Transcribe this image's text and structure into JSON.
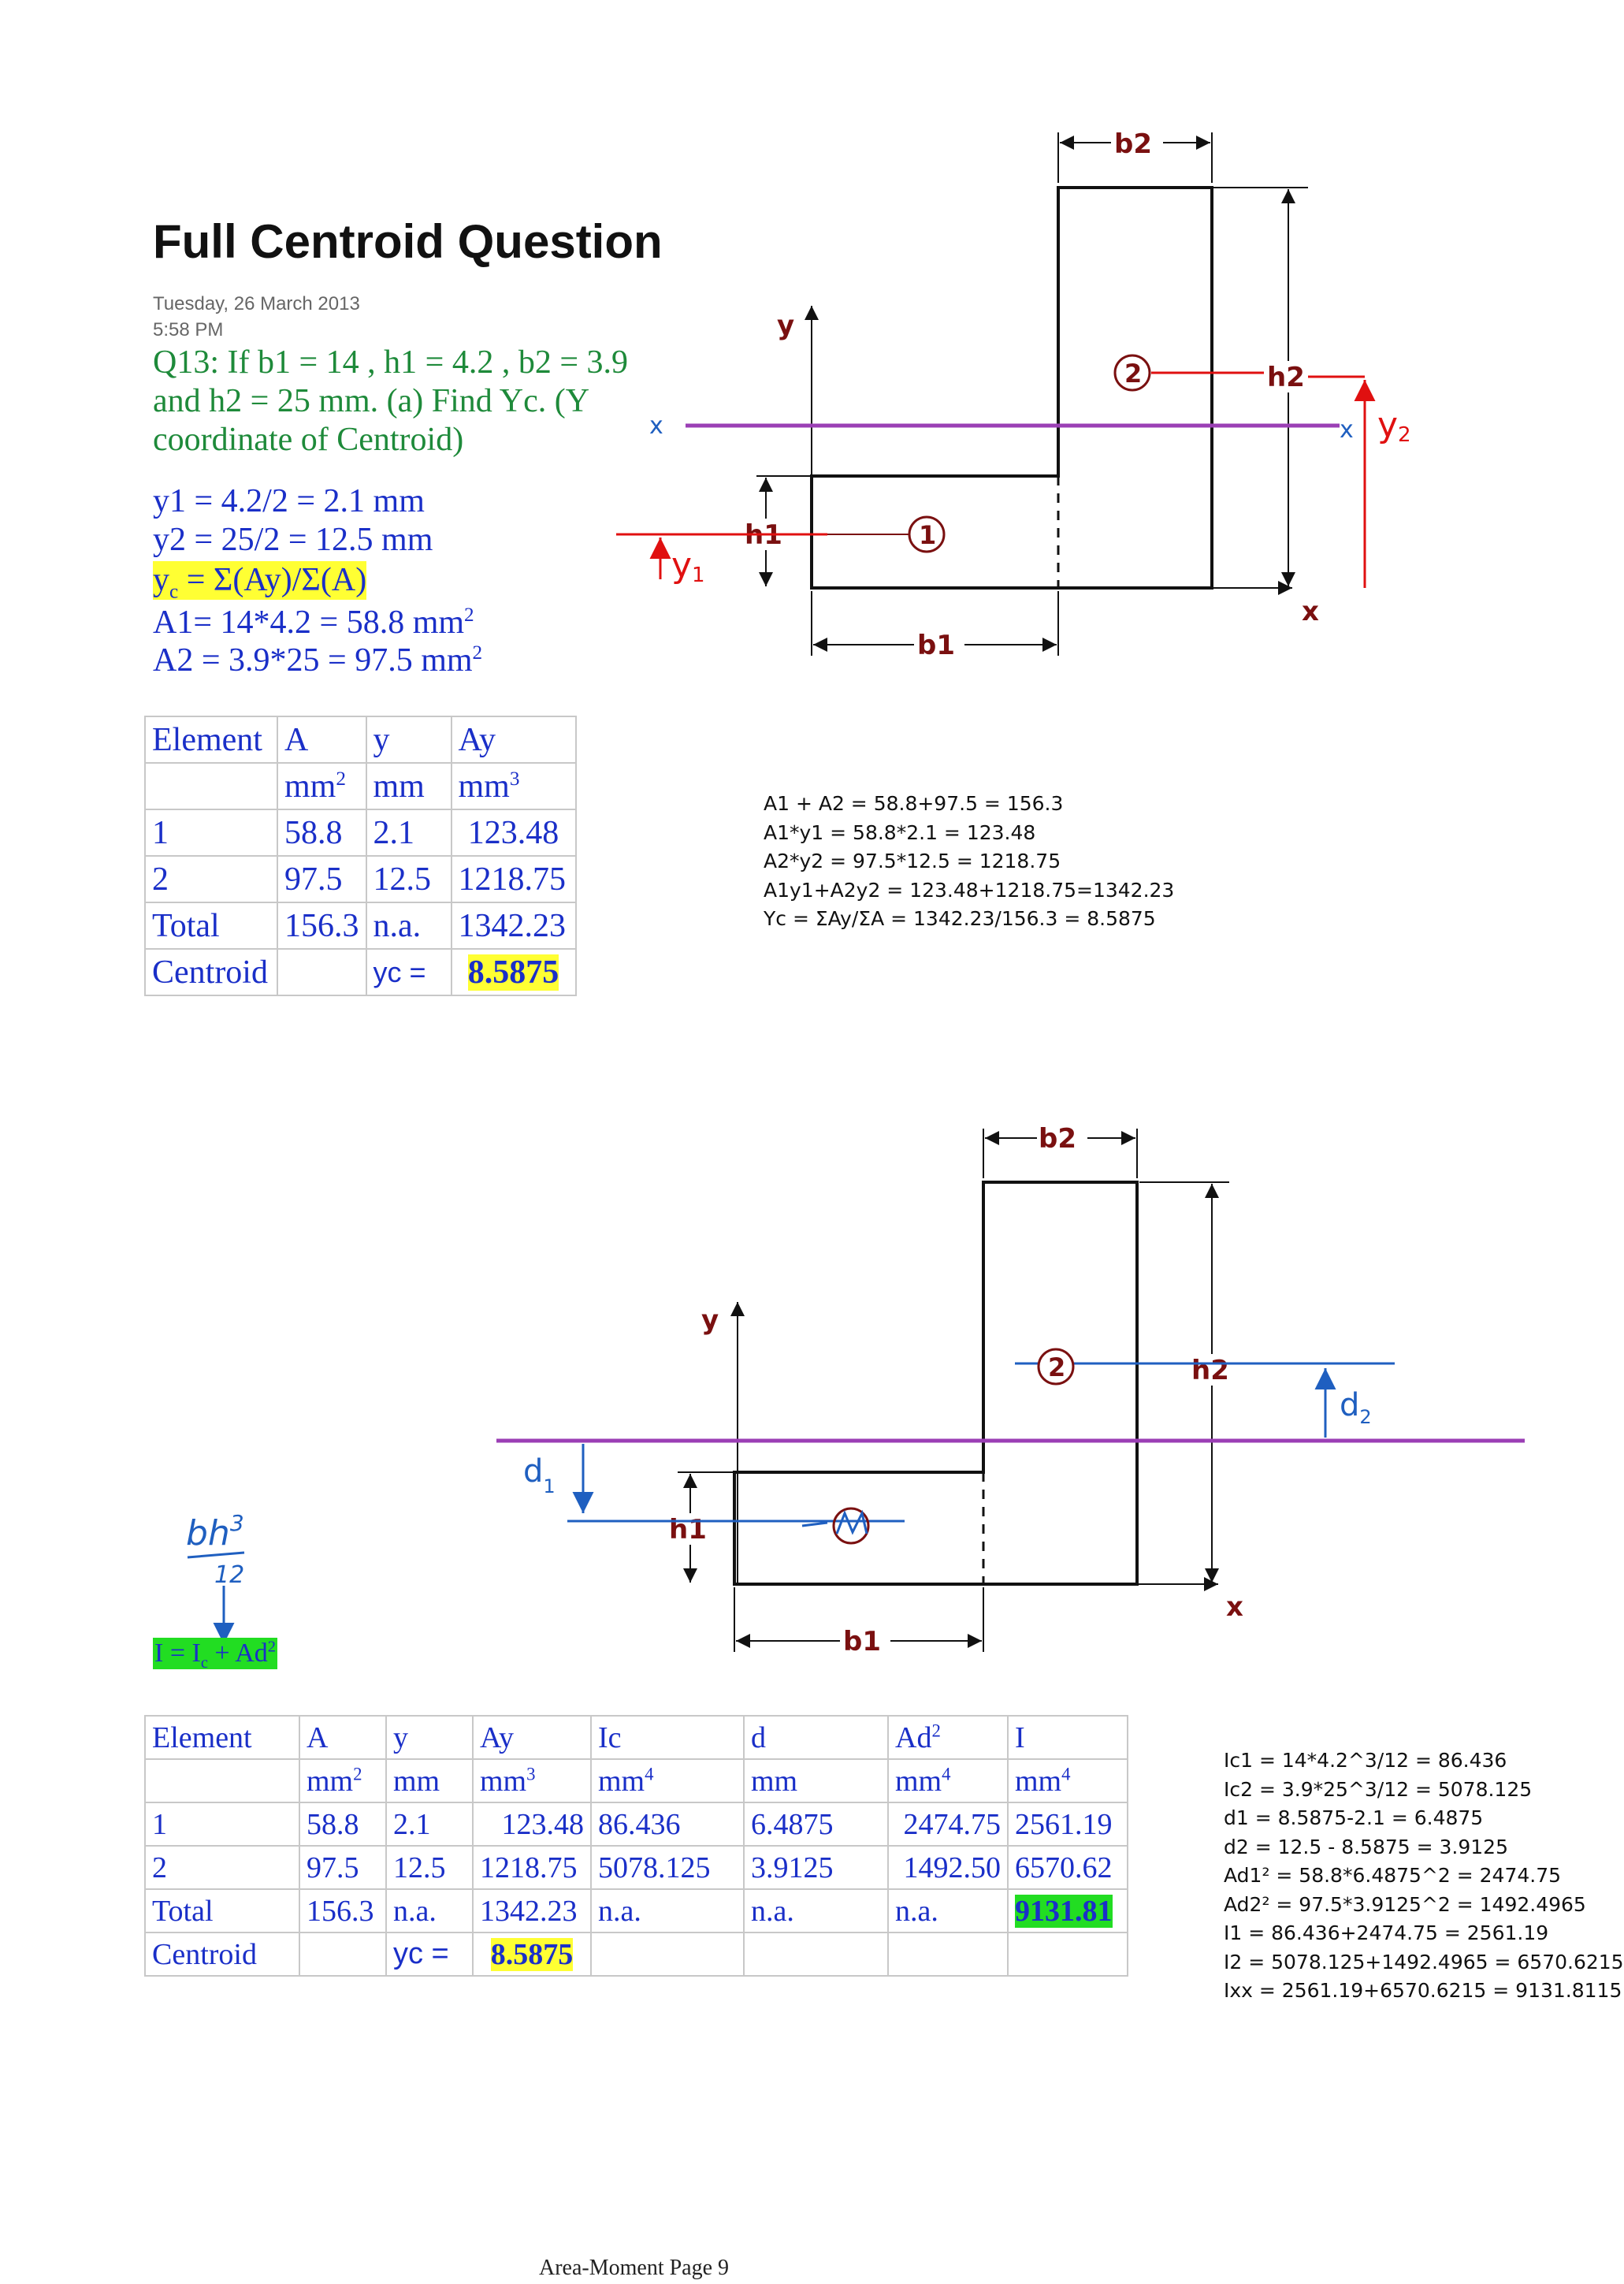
{
  "header": {
    "title": "Full Centroid Question",
    "date": "Tuesday, 26 March 2013",
    "time": "5:58 PM"
  },
  "question": {
    "text": "Q13: If b1 = 14 , h1 = 4.2 , b2 = 3.9  and h2 = 25 mm. (a)  Find Yc. (Y coordinate of Centroid)"
  },
  "calc": {
    "y1": "y1 = 4.2/2 = 2.1 mm",
    "y2": "y2 = 25/2 = 12.5 mm",
    "yc_prefix": "y",
    "yc_sub": "c",
    "yc_rest": " = Σ(Ay)/Σ(A)",
    "a1": "A1= 14*4.2 = 58.8 mm",
    "a2": "A2 = 3.9*25 = 97.5 mm",
    "sq": "2"
  },
  "table1": {
    "headers": [
      "Element",
      "A",
      "y",
      "Ay"
    ],
    "units_base": [
      "",
      "mm",
      "mm",
      "mm"
    ],
    "units_exp": [
      "",
      "2",
      "",
      "3"
    ],
    "rows": [
      [
        "1",
        "58.8",
        "2.1",
        "123.48"
      ],
      [
        "2",
        "97.5",
        "12.5",
        "1218.75"
      ],
      [
        "Total",
        "156.3",
        "n.a.",
        "1342.23"
      ]
    ],
    "centroid_label": "Centroid",
    "yc_label": "yc =",
    "yc_value": "8.5875"
  },
  "notes1": [
    "A1 + A2 = 58.8+97.5 = 156.3",
    "A1*y1 = 58.8*2.1 = 123.48",
    "A2*y2 = 97.5*12.5 = 1218.75",
    "A1y1+A2y2 = 123.48+1218.75=1342.23",
    "Yc = ΣAy/ΣA = 1342.23/156.3 = 8.5875"
  ],
  "diagram1": {
    "labels": {
      "b2": "b2",
      "h2": "h2",
      "h1": "h1",
      "b1": "b1",
      "y": "y",
      "x": "x",
      "n1": "1",
      "n2": "2",
      "xaxis": "x",
      "y1_hw": "y",
      "y1_sub": "1",
      "y2_hw": "y",
      "y2_sub": "2"
    },
    "colors": {
      "shape": "#111111",
      "dim": "#7a1010",
      "centroid_line": "#9b3fb5",
      "annot": "#e01010",
      "blue": "#1f5fc0"
    }
  },
  "diagram2": {
    "labels": {
      "b2": "b2",
      "h2": "h2",
      "h1": "h1",
      "b1": "b1",
      "y": "y",
      "x": "x",
      "n2": "2",
      "d1": "d",
      "d1_sub": "1",
      "d2": "d",
      "d2_sub": "2"
    }
  },
  "formula": {
    "bh3": "bh",
    "bh3_exp": "3",
    "den": "12",
    "I": "I = I",
    "I_sub": "c",
    "I_rest": " + Ad",
    "I_exp": "2"
  },
  "table2": {
    "headers": [
      "Element",
      "A",
      "y",
      "Ay",
      "Ic",
      "d",
      "Ad",
      "I"
    ],
    "header_exp": [
      "",
      "",
      "",
      "",
      "",
      "",
      "2",
      ""
    ],
    "units_base": [
      "",
      "mm",
      "mm",
      "mm",
      "mm",
      "mm",
      "mm",
      "mm"
    ],
    "units_exp": [
      "",
      "2",
      "",
      "3",
      "4",
      "",
      "4",
      "4"
    ],
    "rows": [
      [
        "1",
        "58.8",
        "2.1",
        "123.48",
        "86.436",
        "6.4875",
        "2474.75",
        "2561.19"
      ],
      [
        "2",
        "97.5",
        "12.5",
        "1218.75",
        "5078.125",
        "3.9125",
        "1492.50",
        "6570.62"
      ],
      [
        "Total",
        "156.3",
        "n.a.",
        "1342.23",
        "n.a.",
        "n.a.",
        "n.a.",
        "9131.81"
      ]
    ],
    "centroid_label": "Centroid",
    "yc_label": "yc =",
    "yc_value": "8.5875"
  },
  "notes2": [
    "Ic1 = 14*4.2^3/12 = 86.436",
    "Ic2 = 3.9*25^3/12 = 5078.125",
    "d1 = 8.5875-2.1 = 6.4875",
    "d2 = 12.5 - 8.5875 = 3.9125",
    "Ad1² = 58.8*6.4875^2 = 2474.75",
    "Ad2² = 97.5*3.9125^2 = 1492.4965",
    "I1 =  86.436+2474.75 = 2561.19",
    "I2 = 5078.125+1492.4965 = 6570.6215",
    "Ixx = 2561.19+6570.6215 = 9131.8115"
  ],
  "footer": {
    "page": "Area-Moment Page 9"
  }
}
